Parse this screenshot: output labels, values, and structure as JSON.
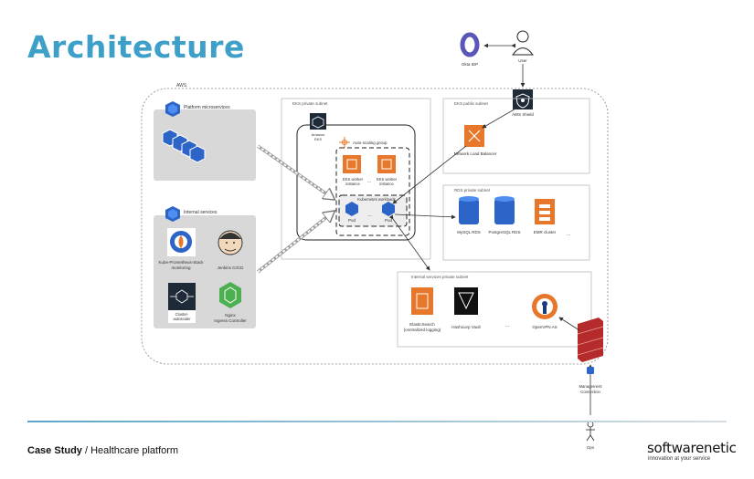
{
  "title": "Architecture",
  "actors": {
    "okta": "Okta IDP",
    "user": "User",
    "ops": "Ops",
    "management": [
      "Management",
      "Connection"
    ]
  },
  "aws": {
    "label": "AWS",
    "shield": "AWS Shield",
    "platform": "Platform microservices",
    "internal": "Internal services",
    "tools": {
      "prometheus": [
        "Kube-Prometheus-Stack",
        "monitoring"
      ],
      "jenkins": "Jenkins CI/CD",
      "autoscaler": [
        "Cluster-",
        "autoscaler"
      ],
      "nginx": [
        "Nginx",
        "Ingress Controller"
      ]
    },
    "eks_private": "EKS private subnet",
    "eks": [
      "Amazon",
      "EKS"
    ],
    "asg": "Auto-scaling group",
    "worker": [
      "EKS worker",
      "instance"
    ],
    "k8s": "Kubernetes workloads",
    "pod": "Pod",
    "ellipsis": "...",
    "eks_public": "EKS public subnet",
    "nlb": "Network Load Balancer",
    "rds_private": "RDS private subnet",
    "mysql": "MySQL RDS",
    "postgres": "PostgreSQL RDS",
    "emr": "EMR cluster",
    "internal_private": "Internal services private subnet",
    "elastic": [
      "ElasticSearch",
      "(centralized logging)"
    ],
    "vault": "Hashicorp Vault",
    "openvpn": "OpenVPN AS"
  },
  "footer": {
    "case_bold": "Case Study",
    "case_rest": " / Healthcare platform",
    "brand": "softwarenetic",
    "tagline": "innovation at your service"
  },
  "colors": {
    "title": "#3ea0c8",
    "orange": "#e7772a",
    "blue": "#2c64c8",
    "green": "#4caf50",
    "grey_panel": "#d8d8d8"
  }
}
